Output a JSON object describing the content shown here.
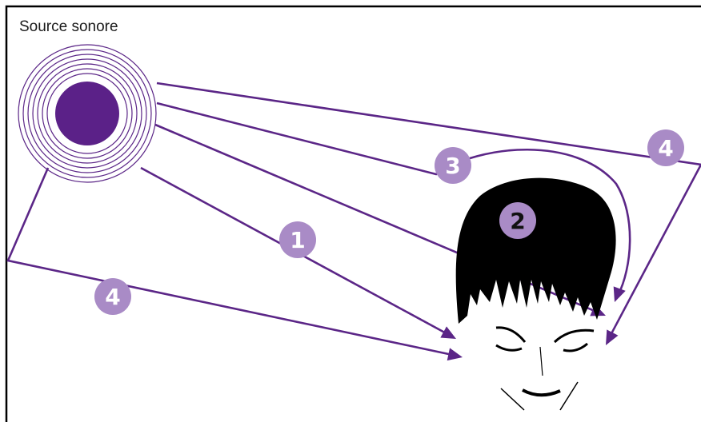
{
  "title": "Source sonore",
  "colors": {
    "path": "#5b2687",
    "source_fill": "#5b2188",
    "badge_fill": "#a98bc6",
    "badge_text": "#ffffff",
    "badge_text_dark": "#111111",
    "head_fill": "#000000",
    "frame": "#000000"
  },
  "paths": [
    {
      "id": "path-1",
      "label": "1"
    },
    {
      "id": "path-2",
      "label": "2"
    },
    {
      "id": "path-3",
      "label": "3"
    },
    {
      "id": "path-4-top",
      "label": "4"
    },
    {
      "id": "path-4-bottom",
      "label": "4"
    }
  ]
}
